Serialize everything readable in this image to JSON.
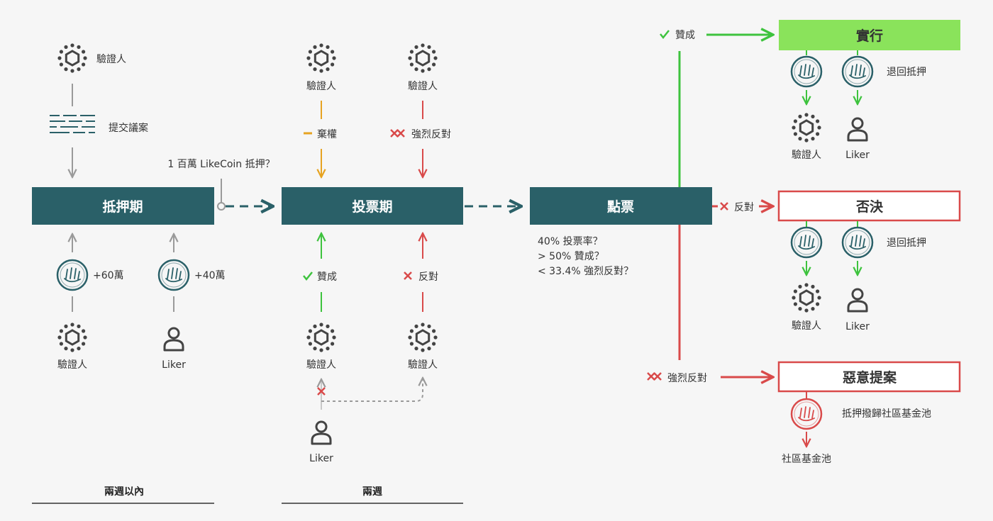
{
  "stages": {
    "stake": "抵押期",
    "vote": "投票期",
    "tally": "點票"
  },
  "labels": {
    "validator": "驗證人",
    "liker": "Liker",
    "submit_proposal": "提交議案",
    "stake_question": "1 百萬 LikeCoin 抵押？",
    "plus60": "+60萬",
    "plus40": "+40萬",
    "abstain": "棄權",
    "strong_no": "強烈反對",
    "yes": "贊成",
    "no": "反對",
    "refund": "退回抵押",
    "to_pool": "抵押撥歸社區基金池",
    "pool": "社區基金池"
  },
  "tally_conditions": [
    "40% 投票率？",
    "> 50% 贊成？",
    "< 33.4% 強烈反對？"
  ],
  "outcomes": {
    "pass": "實行",
    "reject": "否決",
    "malicious": "惡意提案"
  },
  "footer": {
    "stake_duration": "兩週以內",
    "vote_duration": "兩週"
  },
  "colors": {
    "teal": "#2a6068",
    "green": "#3ec33e",
    "red": "#d94a4a",
    "orange": "#e6a321",
    "gray": "#9a9a9a",
    "pass_fill": "#8ae35b"
  }
}
